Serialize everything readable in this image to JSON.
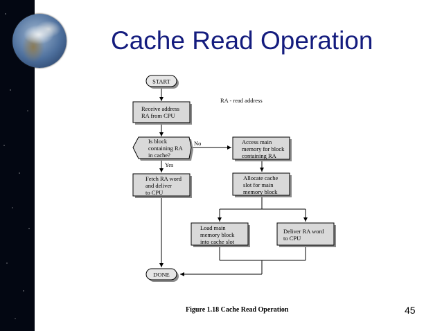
{
  "slide": {
    "title": "Cache Read Operation",
    "page_number": "45",
    "caption": "Figure 1.18   Cache Read Operation"
  },
  "diagram": {
    "note": "RA - read address",
    "nodes": {
      "start": "START",
      "receive": [
        "Receive address",
        "RA from CPU"
      ],
      "decision": [
        "Is block",
        "containing RA",
        "in cache?"
      ],
      "fetch": [
        "Fetch RA word",
        "and deliver",
        "to CPU"
      ],
      "access": [
        "Access main",
        "memory for block",
        "containing RA"
      ],
      "allocate": [
        "Allocate cache",
        "slot for main",
        "memory block"
      ],
      "load": [
        "Load main",
        "memory block",
        "into cache slot"
      ],
      "deliver": [
        "Deliver RA word",
        "to CPU"
      ],
      "done": "DONE"
    },
    "edge_labels": {
      "no": "No",
      "yes": "Yes"
    }
  },
  "colors": {
    "title": "#141c7e",
    "terminal_fill": "#e6e6e6",
    "box_fill": "#d9d9d9",
    "shadow": "#8c8c8c",
    "background_space": "#030712"
  }
}
